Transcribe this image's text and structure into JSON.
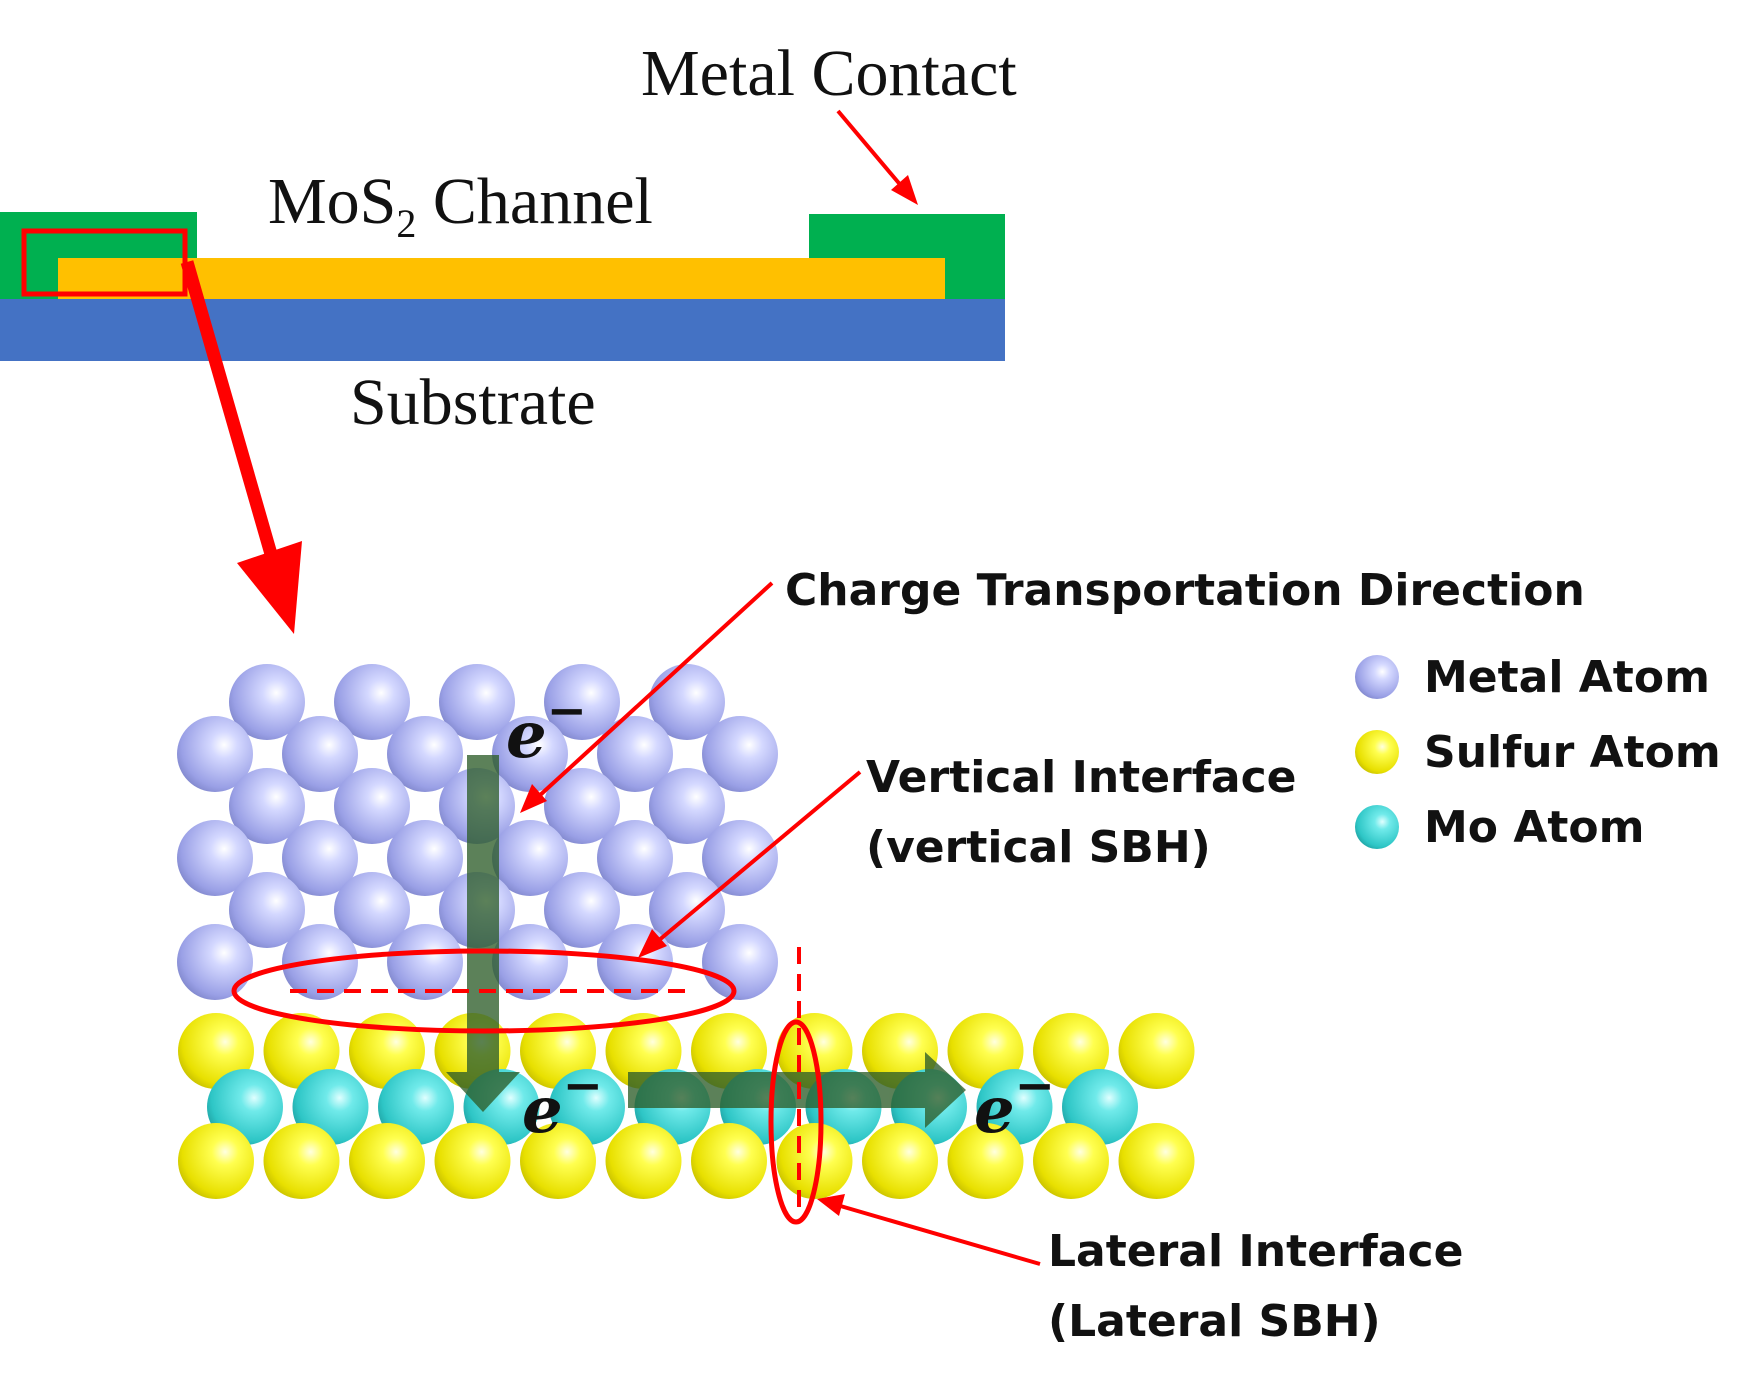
{
  "colors": {
    "metal_contact": "#00b050",
    "channel": "#ffc000",
    "substrate": "#4472c4",
    "highlight": "#ff0000",
    "metal_atom": "#aab0f0",
    "sulfur_atom": "#f5f000",
    "mo_atom": "#40d6d6",
    "transport_arrow": "#2e5e2a"
  },
  "labels": {
    "metal_contact": "Metal Contact",
    "channel_prefix": "MoS",
    "channel_subscript": "2",
    "channel_suffix": " Channel",
    "substrate": "Substrate",
    "charge_direction": "Charge Transportation Direction",
    "vertical_interface_1": "Vertical Interface",
    "vertical_interface_2": "(vertical SBH)",
    "lateral_interface_1": "Lateral Interface",
    "lateral_interface_2": "(Lateral SBH)",
    "electron": "e",
    "electron_sup": "−"
  },
  "legend": [
    {
      "label": "Metal Atom",
      "color": "#aab0f0"
    },
    {
      "label": "Sulfur Atom",
      "color": "#f5f000"
    },
    {
      "label": "Mo Atom",
      "color": "#40d6d6"
    }
  ]
}
